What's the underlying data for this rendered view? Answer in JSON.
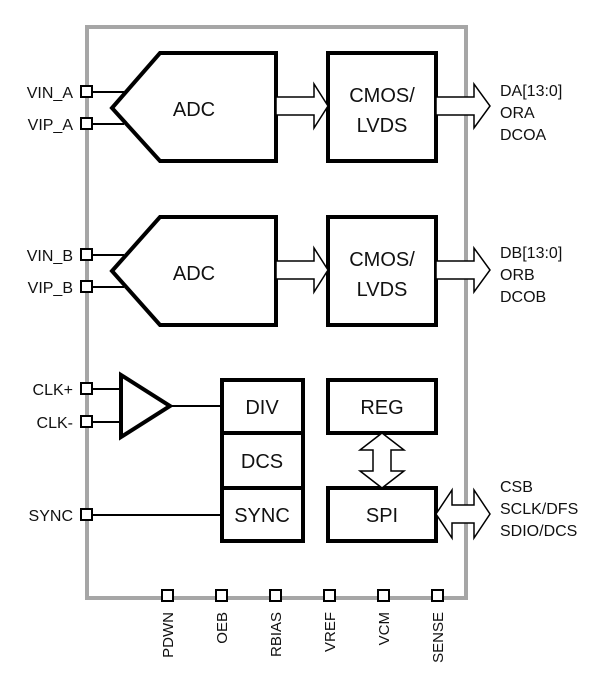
{
  "diagram": {
    "blocks": {
      "adc_a": "ADC",
      "adc_b": "ADC",
      "cmos_a": [
        "CMOS/",
        "LVDS"
      ],
      "cmos_b": [
        "CMOS/",
        "LVDS"
      ],
      "div": "DIV",
      "dcs": "DCS",
      "sync": "SYNC",
      "reg": "REG",
      "spi": "SPI"
    },
    "left_pins": {
      "vin_a": "VIN_A",
      "vip_a": "VIP_A",
      "vin_b": "VIN_B",
      "vip_b": "VIP_B",
      "clk_p": "CLK+",
      "clk_n": "CLK-",
      "sync": "SYNC"
    },
    "right_outputs": {
      "a": [
        "DA[13:0]",
        "ORA",
        "DCOA"
      ],
      "b": [
        "DB[13:0]",
        "ORB",
        "DCOB"
      ],
      "spi": [
        "CSB",
        "SCLK/DFS",
        "SDIO/DCS"
      ]
    },
    "bottom_pins": [
      "PDWN",
      "OEB",
      "RBIAS",
      "VREF",
      "VCM",
      "SENSE"
    ]
  }
}
